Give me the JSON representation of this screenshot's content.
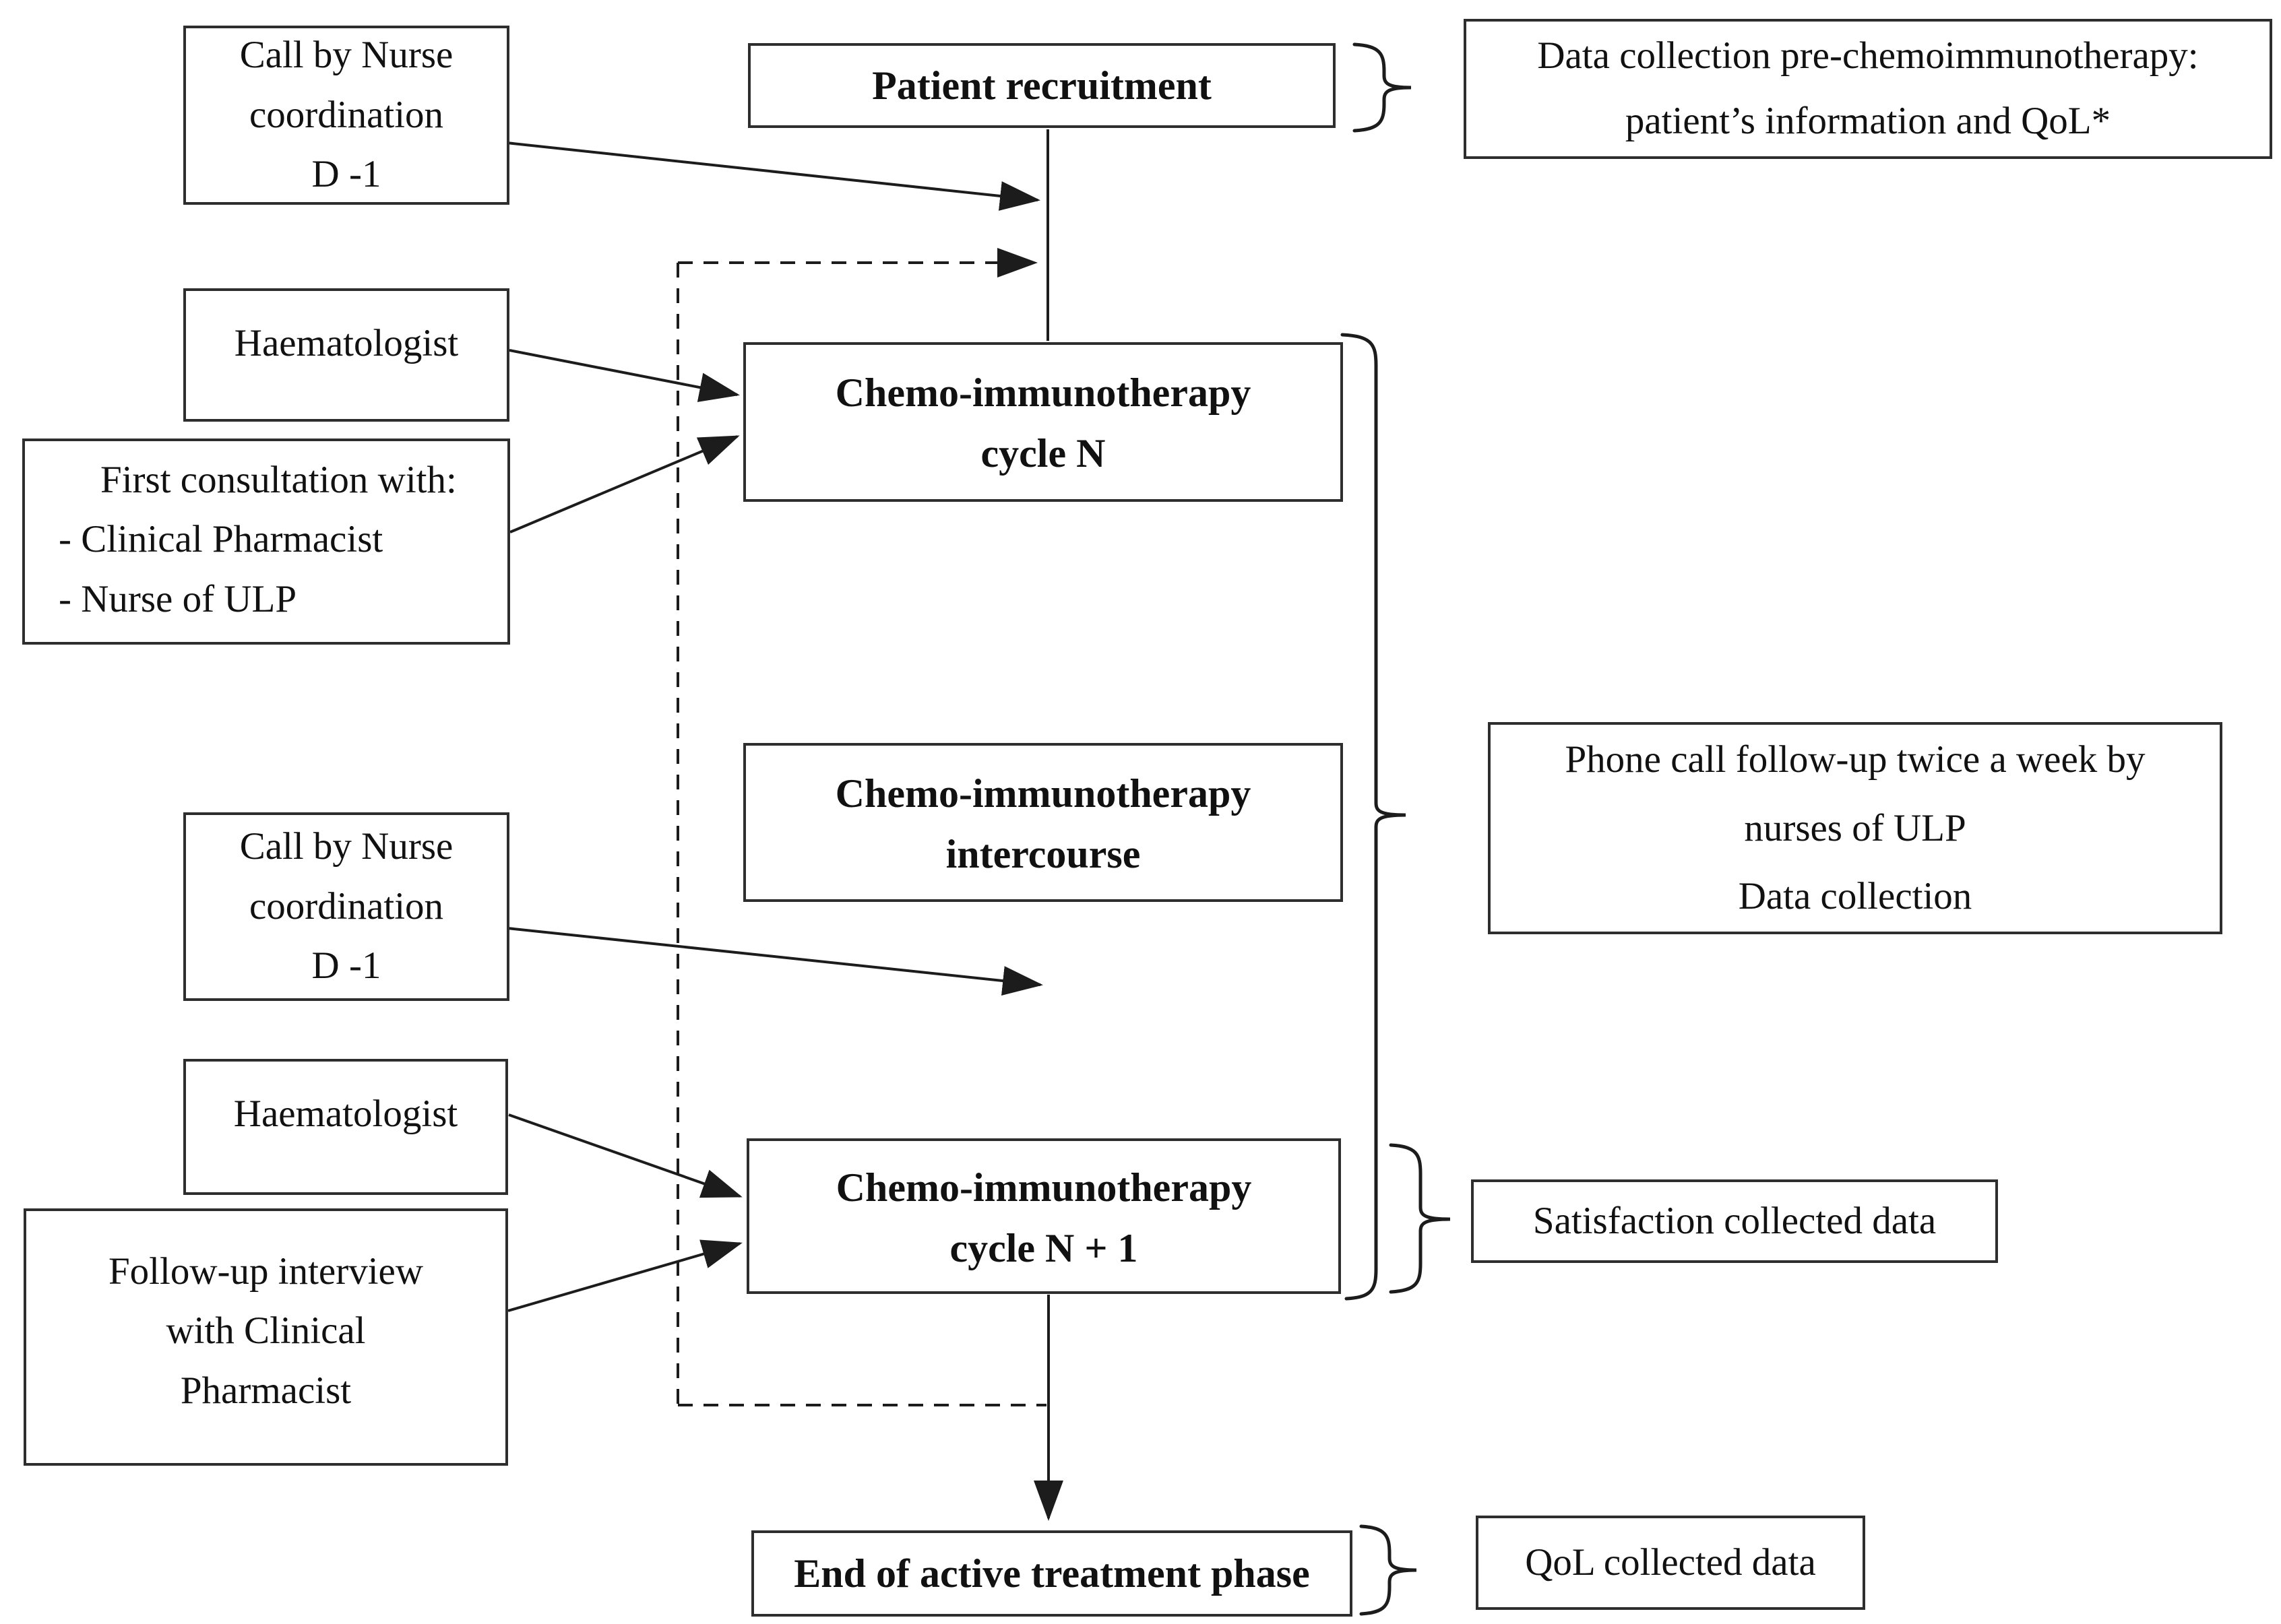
{
  "diagram": {
    "title": "Chemo-immunotherapy patient follow-up workflow",
    "colors": {
      "background": "#ffffff",
      "line": "#1c1c1c",
      "text": "#111111"
    },
    "nodes": {
      "call_nurse_1": {
        "lines": [
          "Call by Nurse",
          "coordination",
          "D -1"
        ]
      },
      "patient_recruitment": {
        "label": "Patient recruitment"
      },
      "data_collection": {
        "lines": [
          "Data collection pre-chemoimmunotherapy:",
          "patient’s information and QoL*"
        ]
      },
      "haematologist_1": {
        "label": "Haematologist"
      },
      "first_consultation": {
        "lines": [
          "First consultation with:",
          "- Clinical Pharmacist",
          "- Nurse of ULP"
        ]
      },
      "cycle_n": {
        "lines": [
          "Chemo-immunotherapy",
          "cycle N"
        ]
      },
      "intercourse": {
        "lines": [
          "Chemo-immunotherapy",
          "intercourse"
        ]
      },
      "call_nurse_2": {
        "lines": [
          "Call by Nurse",
          "coordination",
          "D -1"
        ]
      },
      "phone_call": {
        "lines": [
          "Phone call follow-up twice a week by",
          "nurses of ULP",
          "Data collection"
        ]
      },
      "haematologist_2": {
        "label": "Haematologist"
      },
      "follow_up": {
        "lines": [
          "Follow-up interview",
          "with Clinical",
          "Pharmacist"
        ]
      },
      "cycle_n1": {
        "lines": [
          "Chemo-immunotherapy",
          "cycle N + 1"
        ]
      },
      "satisfaction": {
        "label": "Satisfaction collected data"
      },
      "end_phase": {
        "label": "End of active treatment phase"
      },
      "qol": {
        "label": "QoL collected data"
      }
    }
  }
}
